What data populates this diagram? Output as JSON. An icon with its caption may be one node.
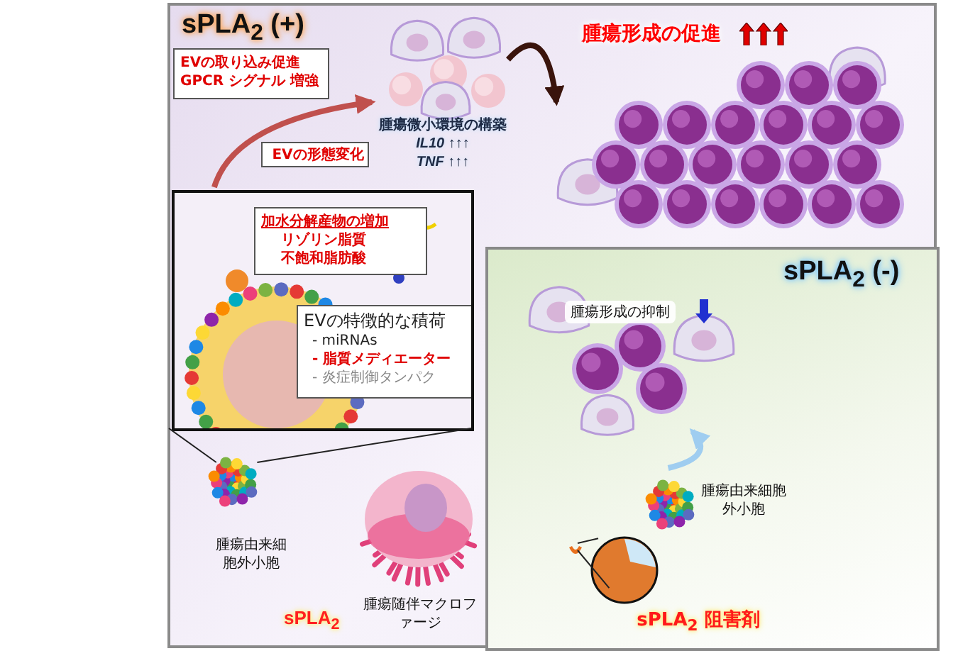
{
  "diagram": {
    "nodes": [
      {
        "text": [
          "sPLA$_{2}$ (+)"
        ]
      },
      {
        "text": [
          "sPLA$_{2}$ (-)"
        ],
        "in": 0
      },
      {
        "text": [
          "EVの取り込み促進 GPCR シグナル 増強"
        ],
        "in": 0
      },
      {
        "text": [
          "EVの形態変化"
        ],
        "in": 0
      },
      {
        "text": [
          "腫瘍微小環境の構築",
          "*IL10* ↑↑↑",
          "*TNF* ↑↑↑"
        ],
        "in": 0
      },
      {
        "text": [
          "腫瘍形成の促進"
        ],
        "in": 0
      },
      {
        "text": [],
        "shape": "box",
        "in": 0
      },
      {
        "text": [
          "加水分解産物の増加",
          "リゾリン脂質",
          "不飽和脂肪酸"
        ],
        "in": 6
      },
      {
        "text": [
          "EVの特徴的な積荷",
          "- miRNAs",
          "- 脂質メディエーター",
          "- 炎症制御タンパク"
        ],
        "in": 6
      },
      {
        "text": [
          "腫瘍由来細胞外小胞"
        ],
        "in": 0
      },
      {
        "text": [
          "腫瘍随伴マクロファージ"
        ],
        "in": 0
      },
      {
        "text": [
          "腫瘍形成の抑制"
        ],
        "in": 1
      },
      {
        "text": [
          "腫瘍由来細胞外小胞"
        ],
        "in": 1
      },
      {
        "text": [
          "sPLA$_{2}$ 阻害剤"
        ],
        "in": 1
      },
      {
        "text": [],
        "shape": "picture",
        "in": 1
      }
    ],
    "edges": [
      {
        "from": 6,
        "to": 4,
        "arrow": "to",
        "style": "thick",
        "color": "#c0504d"
      },
      {
        "from": 4,
        "to": 5,
        "arrow": "to",
        "style": "thick",
        "color": "#3a140c"
      },
      {
        "from": 9,
        "to": 6,
        "arrow": "none"
      },
      {
        "from": 9,
        "to": 6,
        "arrow": "none"
      },
      {
        "from": 12,
        "to": 11,
        "arrow": "to",
        "style": "thick",
        "color": "#9fcdf0"
      },
      {
        "from": 14,
        "to": 13,
        "arrow": "none"
      },
      {
        "from": 14,
        "to": 13,
        "arrow": "none"
      }
    ],
    "labels": [
      "sPLA$_{2}$"
    ]
  }
}
